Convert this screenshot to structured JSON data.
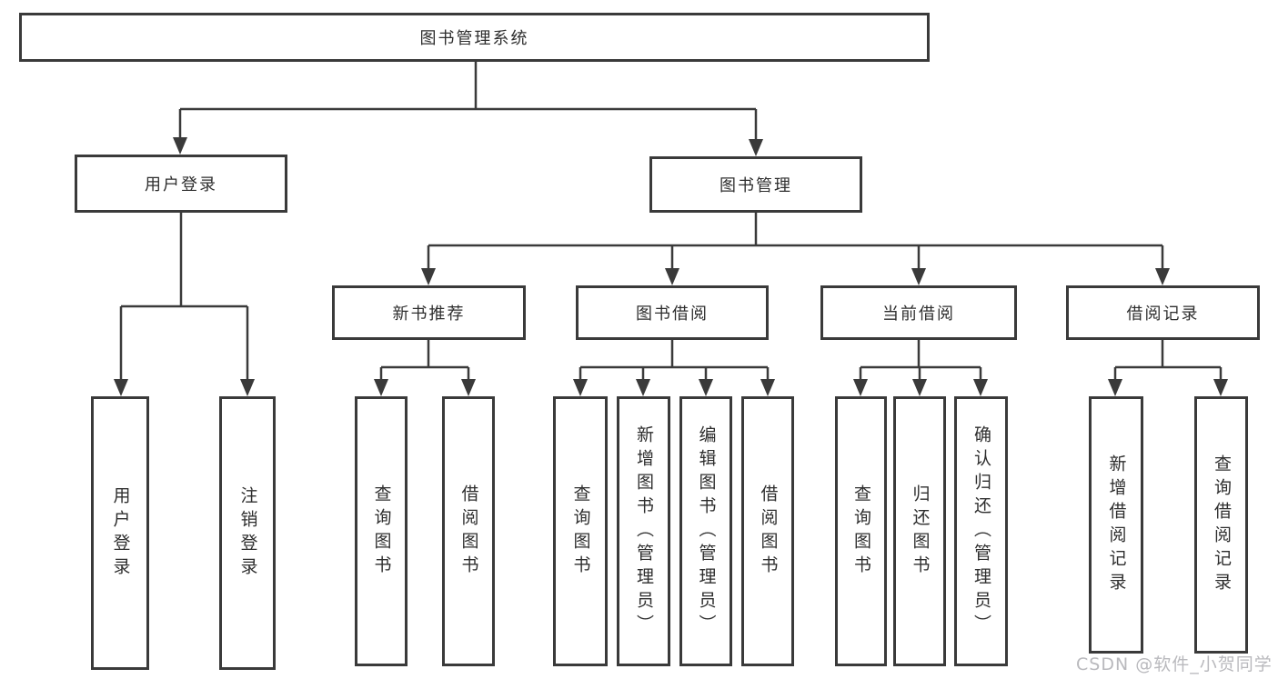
{
  "diagram": {
    "root": {
      "label": "图书管理系统"
    },
    "branches": [
      {
        "label": "用户登录",
        "children": [
          {
            "label": "用户登录"
          },
          {
            "label": "注销登录"
          }
        ]
      },
      {
        "label": "图书管理",
        "sections": [
          {
            "label": "新书推荐",
            "children": [
              {
                "label": "查询图书"
              },
              {
                "label": "借阅图书"
              }
            ]
          },
          {
            "label": "图书借阅",
            "children": [
              {
                "label": "查询图书"
              },
              {
                "label": "新增图书（管理员）"
              },
              {
                "label": "编辑图书（管理员）"
              },
              {
                "label": "借阅图书"
              }
            ]
          },
          {
            "label": "当前借阅",
            "children": [
              {
                "label": "查询图书"
              },
              {
                "label": "归还图书"
              },
              {
                "label": "确认归还（管理员）"
              }
            ]
          },
          {
            "label": "借阅记录",
            "children": [
              {
                "label": "新增借阅记录"
              },
              {
                "label": "查询借阅记录"
              }
            ]
          }
        ]
      }
    ]
  },
  "watermark": {
    "text": "CSDN @软件_小贺同学"
  },
  "colors": {
    "border": "#3a3a3a",
    "text": "#2e2e2e",
    "watermark": "#b9b9bd",
    "background": "#ffffff"
  }
}
